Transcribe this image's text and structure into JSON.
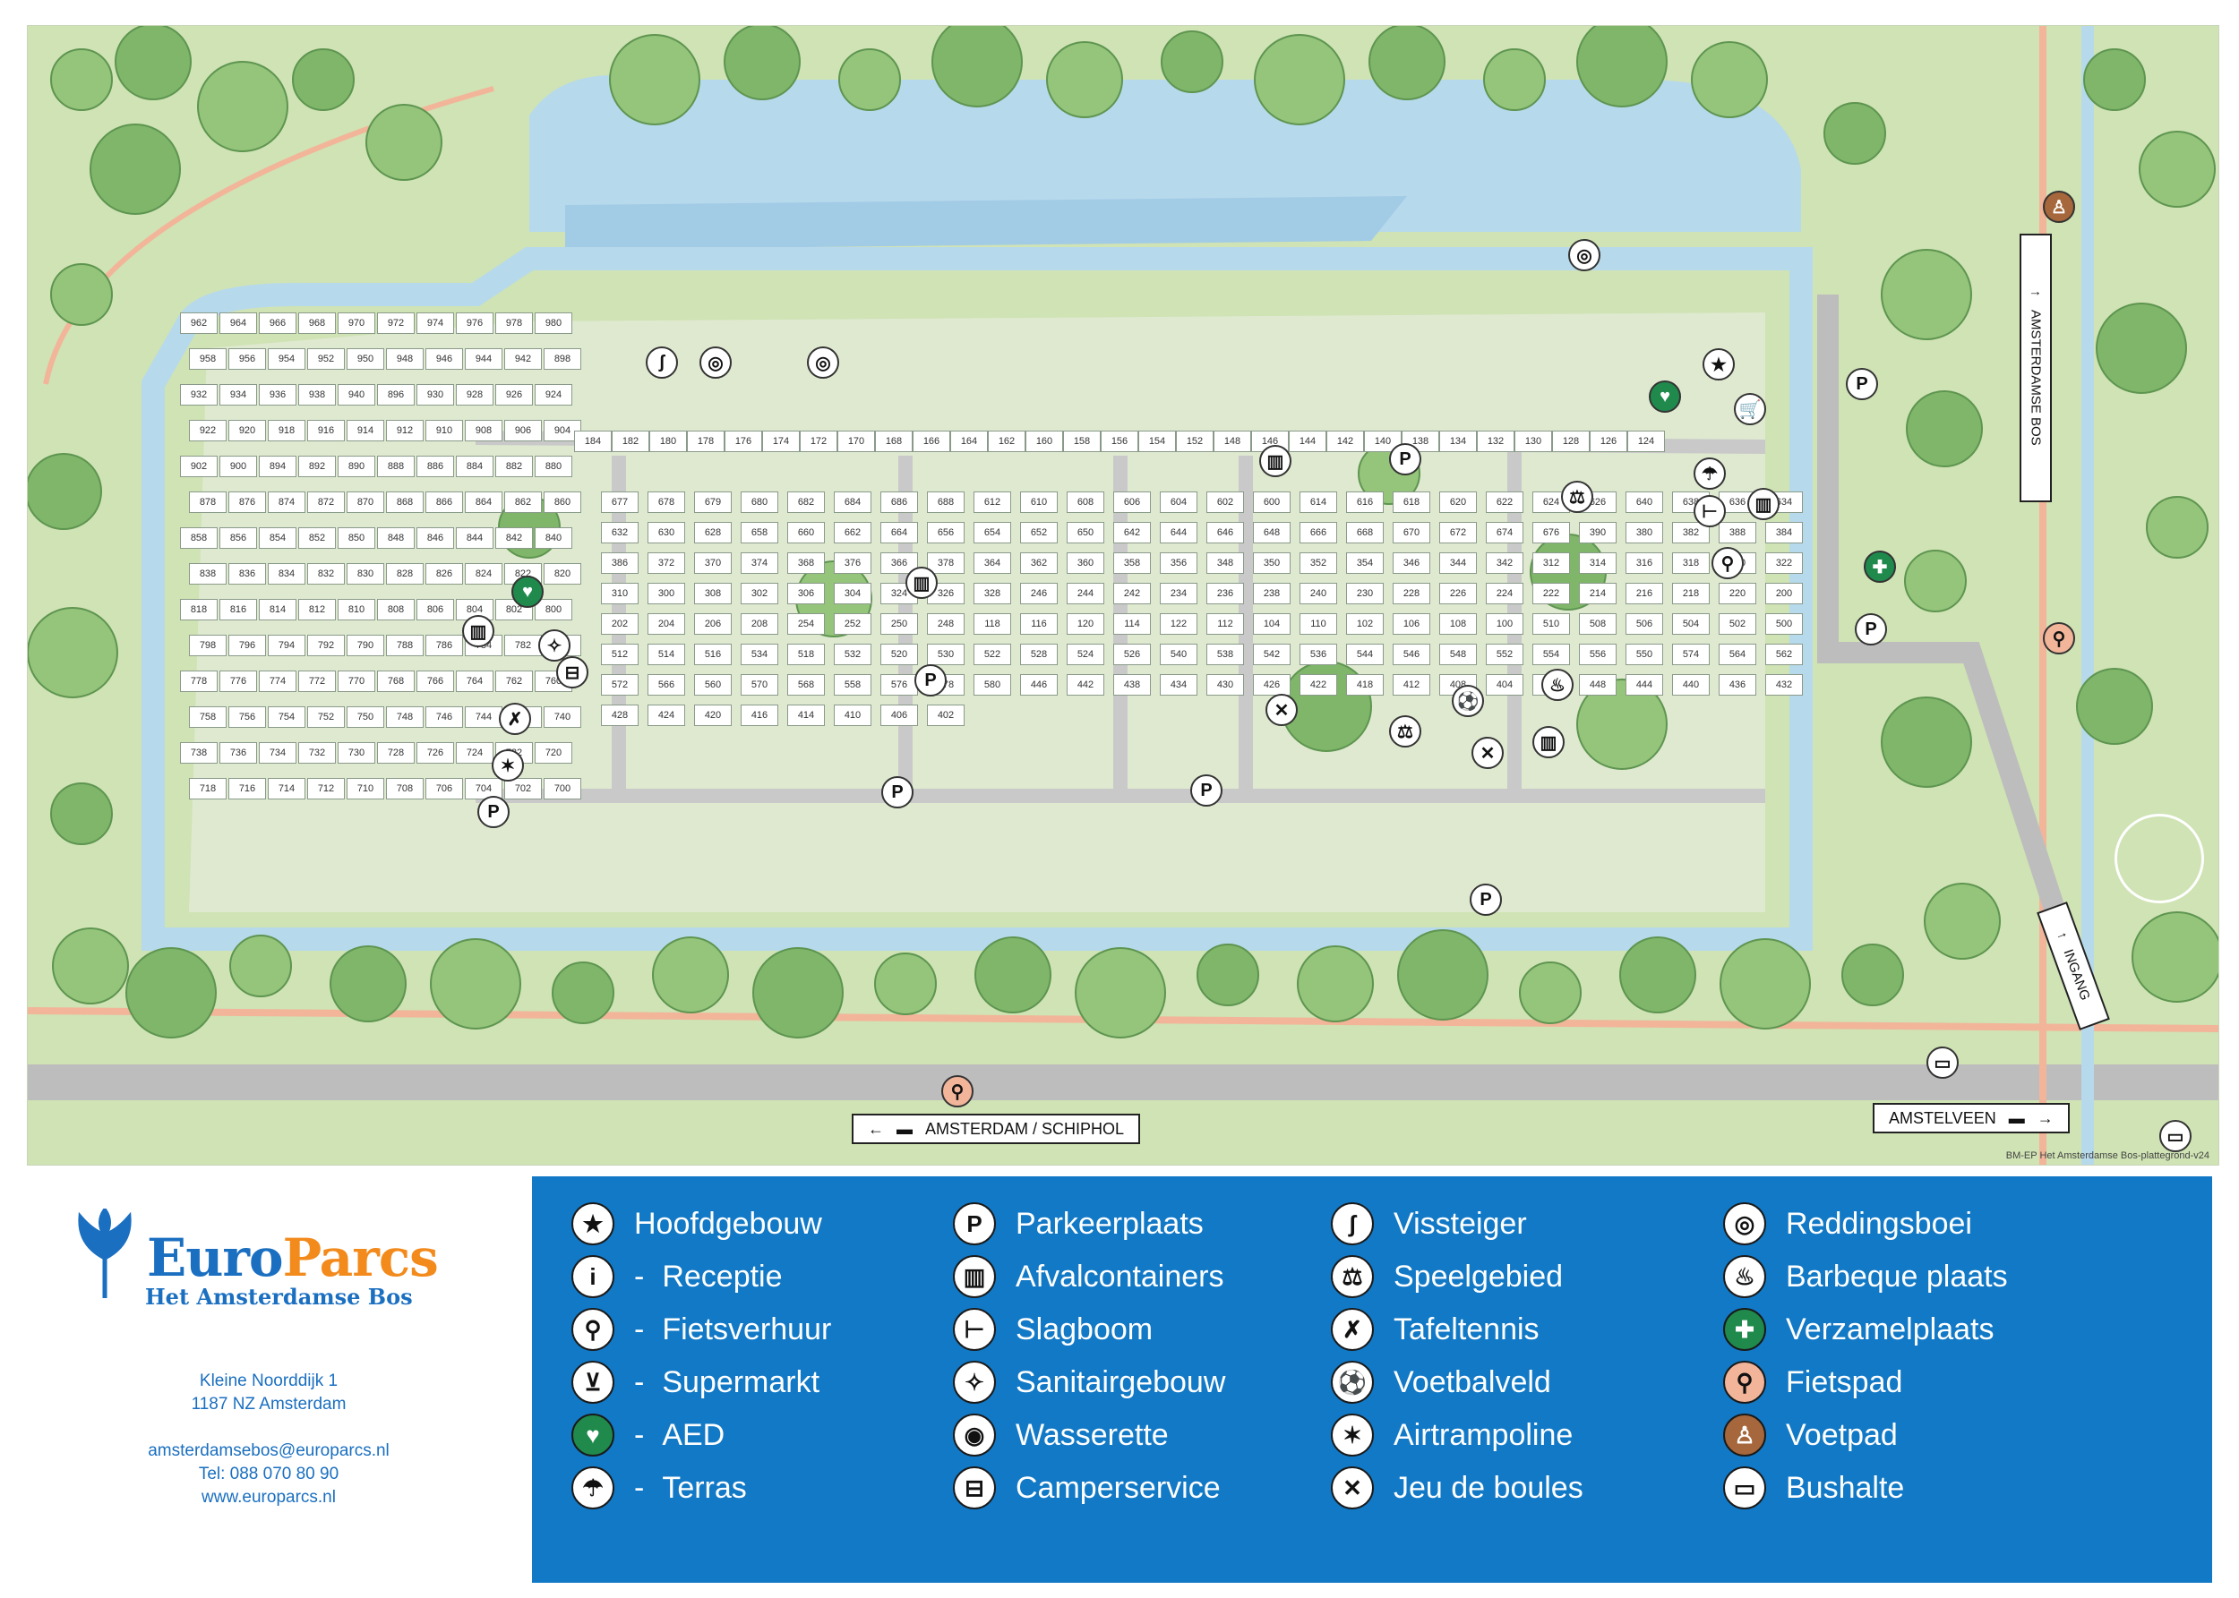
{
  "map": {
    "credit": "BM-EP Het Amsterdamse Bos-plattegrond-v24",
    "road_signs": {
      "amsterdam": "AMSTERDAM / SCHIPHOL",
      "amstelveen": "AMSTELVEEN",
      "amsterdamse_bos": "AMSTERDAMSE BOS",
      "ingang": "INGANG"
    },
    "lots": [
      {
        "n": "962"
      },
      {
        "n": "964"
      },
      {
        "n": "966"
      },
      {
        "n": "968"
      },
      {
        "n": "970"
      },
      {
        "n": "972"
      },
      {
        "n": "974"
      },
      {
        "n": "976"
      },
      {
        "n": "978"
      },
      {
        "n": "980"
      },
      {
        "n": "958"
      },
      {
        "n": "956"
      },
      {
        "n": "954"
      },
      {
        "n": "952"
      },
      {
        "n": "950"
      },
      {
        "n": "948"
      },
      {
        "n": "946"
      },
      {
        "n": "944"
      },
      {
        "n": "942"
      },
      {
        "n": "898"
      },
      {
        "n": "932"
      },
      {
        "n": "934"
      },
      {
        "n": "936"
      },
      {
        "n": "938"
      },
      {
        "n": "940"
      },
      {
        "n": "896"
      },
      {
        "n": "930"
      },
      {
        "n": "928"
      },
      {
        "n": "926"
      },
      {
        "n": "924"
      },
      {
        "n": "922"
      },
      {
        "n": "920"
      },
      {
        "n": "918"
      },
      {
        "n": "916"
      },
      {
        "n": "914"
      },
      {
        "n": "912"
      },
      {
        "n": "910"
      },
      {
        "n": "908"
      },
      {
        "n": "906"
      },
      {
        "n": "904"
      },
      {
        "n": "902"
      },
      {
        "n": "900"
      },
      {
        "n": "894"
      },
      {
        "n": "892"
      },
      {
        "n": "890"
      },
      {
        "n": "888"
      },
      {
        "n": "886"
      },
      {
        "n": "884"
      },
      {
        "n": "882"
      },
      {
        "n": "880"
      },
      {
        "n": "878"
      },
      {
        "n": "876"
      },
      {
        "n": "874"
      },
      {
        "n": "872"
      },
      {
        "n": "870"
      },
      {
        "n": "868"
      },
      {
        "n": "866"
      },
      {
        "n": "864"
      },
      {
        "n": "862"
      },
      {
        "n": "860"
      },
      {
        "n": "858"
      },
      {
        "n": "856"
      },
      {
        "n": "854"
      },
      {
        "n": "852"
      },
      {
        "n": "850"
      },
      {
        "n": "848"
      },
      {
        "n": "846"
      },
      {
        "n": "844"
      },
      {
        "n": "842"
      },
      {
        "n": "840"
      },
      {
        "n": "838"
      },
      {
        "n": "836"
      },
      {
        "n": "834"
      },
      {
        "n": "832"
      },
      {
        "n": "830"
      },
      {
        "n": "828"
      },
      {
        "n": "826"
      },
      {
        "n": "824"
      },
      {
        "n": "822"
      },
      {
        "n": "820"
      },
      {
        "n": "818"
      },
      {
        "n": "816"
      },
      {
        "n": "814"
      },
      {
        "n": "812"
      },
      {
        "n": "810"
      },
      {
        "n": "808"
      },
      {
        "n": "806"
      },
      {
        "n": "804"
      },
      {
        "n": "802"
      },
      {
        "n": "800"
      },
      {
        "n": "798"
      },
      {
        "n": "796"
      },
      {
        "n": "794"
      },
      {
        "n": "792"
      },
      {
        "n": "790"
      },
      {
        "n": "788"
      },
      {
        "n": "786"
      },
      {
        "n": "784"
      },
      {
        "n": "782"
      },
      {
        "n": "780"
      },
      {
        "n": "778"
      },
      {
        "n": "776"
      },
      {
        "n": "774"
      },
      {
        "n": "772"
      },
      {
        "n": "770"
      },
      {
        "n": "768"
      },
      {
        "n": "766"
      },
      {
        "n": "764"
      },
      {
        "n": "762"
      },
      {
        "n": "760"
      },
      {
        "n": "758"
      },
      {
        "n": "756"
      },
      {
        "n": "754"
      },
      {
        "n": "752"
      },
      {
        "n": "750"
      },
      {
        "n": "748"
      },
      {
        "n": "746"
      },
      {
        "n": "744"
      },
      {
        "n": "742"
      },
      {
        "n": "740"
      },
      {
        "n": "738"
      },
      {
        "n": "736"
      },
      {
        "n": "734"
      },
      {
        "n": "732"
      },
      {
        "n": "730"
      },
      {
        "n": "728"
      },
      {
        "n": "726"
      },
      {
        "n": "724"
      },
      {
        "n": "722"
      },
      {
        "n": "720"
      },
      {
        "n": "718"
      },
      {
        "n": "716"
      },
      {
        "n": "714"
      },
      {
        "n": "712"
      },
      {
        "n": "710"
      },
      {
        "n": "708"
      },
      {
        "n": "706"
      },
      {
        "n": "704"
      },
      {
        "n": "702"
      },
      {
        "n": "700"
      },
      {
        "n": "184"
      },
      {
        "n": "182"
      },
      {
        "n": "180"
      },
      {
        "n": "178"
      },
      {
        "n": "176"
      },
      {
        "n": "174"
      },
      {
        "n": "172"
      },
      {
        "n": "170"
      },
      {
        "n": "168"
      },
      {
        "n": "166"
      },
      {
        "n": "164"
      },
      {
        "n": "162"
      },
      {
        "n": "160"
      },
      {
        "n": "158"
      },
      {
        "n": "156"
      },
      {
        "n": "154"
      },
      {
        "n": "152"
      },
      {
        "n": "148"
      },
      {
        "n": "146"
      },
      {
        "n": "144"
      },
      {
        "n": "142"
      },
      {
        "n": "140"
      },
      {
        "n": "138"
      },
      {
        "n": "134"
      },
      {
        "n": "132"
      },
      {
        "n": "130"
      },
      {
        "n": "128"
      },
      {
        "n": "126"
      },
      {
        "n": "124"
      },
      {
        "n": "677"
      },
      {
        "n": "678"
      },
      {
        "n": "679"
      },
      {
        "n": "680"
      },
      {
        "n": "682"
      },
      {
        "n": "684"
      },
      {
        "n": "686"
      },
      {
        "n": "688"
      },
      {
        "n": "612"
      },
      {
        "n": "610"
      },
      {
        "n": "608"
      },
      {
        "n": "606"
      },
      {
        "n": "604"
      },
      {
        "n": "602"
      },
      {
        "n": "600"
      },
      {
        "n": "614"
      },
      {
        "n": "616"
      },
      {
        "n": "618"
      },
      {
        "n": "620"
      },
      {
        "n": "622"
      },
      {
        "n": "624"
      },
      {
        "n": "626"
      },
      {
        "n": "640"
      },
      {
        "n": "638"
      },
      {
        "n": "636"
      },
      {
        "n": "634"
      },
      {
        "n": "632"
      },
      {
        "n": "630"
      },
      {
        "n": "628"
      },
      {
        "n": "658"
      },
      {
        "n": "660"
      },
      {
        "n": "662"
      },
      {
        "n": "664"
      },
      {
        "n": "656"
      },
      {
        "n": "654"
      },
      {
        "n": "652"
      },
      {
        "n": "650"
      },
      {
        "n": "642"
      },
      {
        "n": "644"
      },
      {
        "n": "646"
      },
      {
        "n": "648"
      },
      {
        "n": "666"
      },
      {
        "n": "668"
      },
      {
        "n": "670"
      },
      {
        "n": "672"
      },
      {
        "n": "674"
      },
      {
        "n": "676"
      },
      {
        "n": "390"
      },
      {
        "n": "380"
      },
      {
        "n": "382"
      },
      {
        "n": "388"
      },
      {
        "n": "384"
      },
      {
        "n": "386"
      },
      {
        "n": "372"
      },
      {
        "n": "370"
      },
      {
        "n": "374"
      },
      {
        "n": "368"
      },
      {
        "n": "376"
      },
      {
        "n": "366"
      },
      {
        "n": "378"
      },
      {
        "n": "364"
      },
      {
        "n": "362"
      },
      {
        "n": "360"
      },
      {
        "n": "358"
      },
      {
        "n": "356"
      },
      {
        "n": "348"
      },
      {
        "n": "350"
      },
      {
        "n": "352"
      },
      {
        "n": "354"
      },
      {
        "n": "346"
      },
      {
        "n": "344"
      },
      {
        "n": "342"
      },
      {
        "n": "312"
      },
      {
        "n": "314"
      },
      {
        "n": "316"
      },
      {
        "n": "318"
      },
      {
        "n": "320"
      },
      {
        "n": "322"
      },
      {
        "n": "310"
      },
      {
        "n": "300"
      },
      {
        "n": "308"
      },
      {
        "n": "302"
      },
      {
        "n": "306"
      },
      {
        "n": "304"
      },
      {
        "n": "324"
      },
      {
        "n": "326"
      },
      {
        "n": "328"
      },
      {
        "n": "246"
      },
      {
        "n": "244"
      },
      {
        "n": "242"
      },
      {
        "n": "234"
      },
      {
        "n": "236"
      },
      {
        "n": "238"
      },
      {
        "n": "240"
      },
      {
        "n": "230"
      },
      {
        "n": "228"
      },
      {
        "n": "226"
      },
      {
        "n": "224"
      },
      {
        "n": "222"
      },
      {
        "n": "214"
      },
      {
        "n": "216"
      },
      {
        "n": "218"
      },
      {
        "n": "220"
      },
      {
        "n": "200"
      },
      {
        "n": "202"
      },
      {
        "n": "204"
      },
      {
        "n": "206"
      },
      {
        "n": "208"
      },
      {
        "n": "254"
      },
      {
        "n": "252"
      },
      {
        "n": "250"
      },
      {
        "n": "248"
      },
      {
        "n": "118"
      },
      {
        "n": "116"
      },
      {
        "n": "120"
      },
      {
        "n": "114"
      },
      {
        "n": "122"
      },
      {
        "n": "112"
      },
      {
        "n": "104"
      },
      {
        "n": "110"
      },
      {
        "n": "102"
      },
      {
        "n": "106"
      },
      {
        "n": "108"
      },
      {
        "n": "100"
      },
      {
        "n": "510"
      },
      {
        "n": "508"
      },
      {
        "n": "506"
      },
      {
        "n": "504"
      },
      {
        "n": "502"
      },
      {
        "n": "500"
      },
      {
        "n": "512"
      },
      {
        "n": "514"
      },
      {
        "n": "516"
      },
      {
        "n": "534"
      },
      {
        "n": "518"
      },
      {
        "n": "532"
      },
      {
        "n": "520"
      },
      {
        "n": "530"
      },
      {
        "n": "522"
      },
      {
        "n": "528"
      },
      {
        "n": "524"
      },
      {
        "n": "526"
      },
      {
        "n": "540"
      },
      {
        "n": "538"
      },
      {
        "n": "542"
      },
      {
        "n": "536"
      },
      {
        "n": "544"
      },
      {
        "n": "546"
      },
      {
        "n": "548"
      },
      {
        "n": "552"
      },
      {
        "n": "554"
      },
      {
        "n": "556"
      },
      {
        "n": "550"
      },
      {
        "n": "574"
      },
      {
        "n": "564"
      },
      {
        "n": "562"
      },
      {
        "n": "572"
      },
      {
        "n": "566"
      },
      {
        "n": "560"
      },
      {
        "n": "570"
      },
      {
        "n": "568"
      },
      {
        "n": "558"
      },
      {
        "n": "576"
      },
      {
        "n": "578"
      },
      {
        "n": "580"
      },
      {
        "n": "446"
      },
      {
        "n": "442"
      },
      {
        "n": "438"
      },
      {
        "n": "434"
      },
      {
        "n": "430"
      },
      {
        "n": "426"
      },
      {
        "n": "422"
      },
      {
        "n": "418"
      },
      {
        "n": "412"
      },
      {
        "n": "408"
      },
      {
        "n": "404"
      },
      {
        "n": "400"
      },
      {
        "n": "448"
      },
      {
        "n": "444"
      },
      {
        "n": "440"
      },
      {
        "n": "436"
      },
      {
        "n": "432"
      },
      {
        "n": "428"
      },
      {
        "n": "424"
      },
      {
        "n": "420"
      },
      {
        "n": "416"
      },
      {
        "n": "414"
      },
      {
        "n": "410"
      },
      {
        "n": "406"
      },
      {
        "n": "402"
      }
    ],
    "map_icons": [
      {
        "name": "parking-icon",
        "g": "P"
      },
      {
        "name": "parking-icon",
        "g": "P"
      },
      {
        "name": "parking-icon",
        "g": "P"
      },
      {
        "name": "parking-icon",
        "g": "P"
      },
      {
        "name": "parking-icon",
        "g": "P"
      },
      {
        "name": "parking-icon",
        "g": "P"
      },
      {
        "name": "parking-icon",
        "g": "P"
      },
      {
        "name": "parking-icon",
        "g": "P"
      },
      {
        "name": "lifebuoy-icon",
        "g": "◎"
      },
      {
        "name": "lifebuoy-icon",
        "g": "◎"
      },
      {
        "name": "lifebuoy-icon",
        "g": "◎"
      },
      {
        "name": "fishing-pier-icon",
        "g": "ʃ"
      },
      {
        "name": "waste-container-icon",
        "g": "▥"
      },
      {
        "name": "waste-container-icon",
        "g": "▥"
      },
      {
        "name": "waste-container-icon",
        "g": "▥"
      },
      {
        "name": "waste-container-icon",
        "g": "▥"
      },
      {
        "name": "waste-container-icon",
        "g": "▥"
      },
      {
        "name": "main-building-icon",
        "g": "★"
      },
      {
        "name": "aed-icon",
        "g": "♥"
      },
      {
        "name": "aed-icon",
        "g": "♥"
      },
      {
        "name": "supermarket-icon",
        "g": "🛒"
      },
      {
        "name": "terrace-icon",
        "g": "☂"
      },
      {
        "name": "barrier-icon",
        "g": "⊢"
      },
      {
        "name": "bicycle-rental-icon",
        "g": "⚲"
      },
      {
        "name": "playground-icon",
        "g": "⚖"
      },
      {
        "name": "playground-icon",
        "g": "⚖"
      },
      {
        "name": "sanitary-building-icon",
        "g": "✧"
      },
      {
        "name": "camper-service-icon",
        "g": "⊟"
      },
      {
        "name": "table-tennis-icon",
        "g": "✗"
      },
      {
        "name": "air-trampoline-icon",
        "g": "✶"
      },
      {
        "name": "petanque-icon",
        "g": "✕"
      },
      {
        "name": "football-field-icon",
        "g": "⚽"
      },
      {
        "name": "barbecue-icon",
        "g": "♨"
      },
      {
        "name": "assembly-point-icon",
        "g": "✚"
      },
      {
        "name": "bike-path-icon",
        "g": "⚲"
      },
      {
        "name": "bike-path-icon",
        "g": "⚲"
      },
      {
        "name": "footpath-icon",
        "g": "♙"
      },
      {
        "name": "bus-stop-icon",
        "g": "▭"
      },
      {
        "name": "bus-stop-icon",
        "g": "▭"
      },
      {
        "name": "jeu-de-boules-icon",
        "g": "✕"
      }
    ]
  },
  "brand": {
    "logo_euro": "Euro",
    "logo_parcs": "Parcs",
    "subtitle": "Het Amsterdamse Bos",
    "address_line1": "Kleine Noorddijk 1",
    "address_line2": "1187 NZ Amsterdam",
    "email": "amsterdamsebos@europarcs.nl",
    "phone": "Tel: 088 070 80 90",
    "website": "www.europarcs.nl"
  },
  "legend": {
    "col1": [
      {
        "icon": "star-icon",
        "g": "★",
        "label": "Hoofdgebouw",
        "dash": false
      },
      {
        "icon": "info-icon",
        "g": "i",
        "label": "Receptie",
        "dash": true
      },
      {
        "icon": "bicycle-icon",
        "g": "⚲",
        "label": "Fietsverhuur",
        "dash": true
      },
      {
        "icon": "cart-icon",
        "g": "⊻",
        "label": "Supermarkt",
        "dash": true
      },
      {
        "icon": "aed-icon",
        "g": "♥",
        "label": "AED",
        "dash": true
      },
      {
        "icon": "parasol-icon",
        "g": "☂",
        "label": "Terras",
        "dash": true
      }
    ],
    "col2": [
      {
        "icon": "parking-icon",
        "g": "P",
        "label": "Parkeerplaats"
      },
      {
        "icon": "waste-icon",
        "g": "▥",
        "label": "Afvalcontainers"
      },
      {
        "icon": "barrier-icon",
        "g": "⊢",
        "label": "Slagboom"
      },
      {
        "icon": "sanitary-icon",
        "g": "✧",
        "label": "Sanitairgebouw"
      },
      {
        "icon": "laundry-icon",
        "g": "◉",
        "label": "Wasserette"
      },
      {
        "icon": "camper-icon",
        "g": "⊟",
        "label": "Camperservice"
      }
    ],
    "col3": [
      {
        "icon": "fishing-icon",
        "g": "ʃ",
        "label": "Vissteiger"
      },
      {
        "icon": "playground-icon",
        "g": "⚖",
        "label": "Speelgebied"
      },
      {
        "icon": "table-tennis-icon",
        "g": "✗",
        "label": "Tafeltennis"
      },
      {
        "icon": "football-icon",
        "g": "⚽",
        "label": "Voetbalveld"
      },
      {
        "icon": "trampoline-icon",
        "g": "✶",
        "label": "Airtrampoline"
      },
      {
        "icon": "boules-icon",
        "g": "✕",
        "label": "Jeu de boules"
      }
    ],
    "col4": [
      {
        "icon": "lifebuoy-icon",
        "g": "◎",
        "label": "Reddingsboei"
      },
      {
        "icon": "barbecue-icon",
        "g": "♨",
        "label": "Barbeque plaats"
      },
      {
        "icon": "assembly-icon",
        "g": "✚",
        "label": "Verzamelplaats"
      },
      {
        "icon": "bike-path-icon",
        "g": "⚲",
        "label": "Fietspad"
      },
      {
        "icon": "footpath-icon",
        "g": "♙",
        "label": "Voetpad"
      },
      {
        "icon": "bus-icon",
        "g": "▭",
        "label": "Bushalte"
      }
    ],
    "colors": {
      "legend_bg": "#1279c6",
      "aed_green": "#1f8a4c",
      "bike_path": "#f2b59a",
      "footpath": "#a5673b",
      "water": "#b7d9ec",
      "grass": "#cfe3b4"
    }
  }
}
